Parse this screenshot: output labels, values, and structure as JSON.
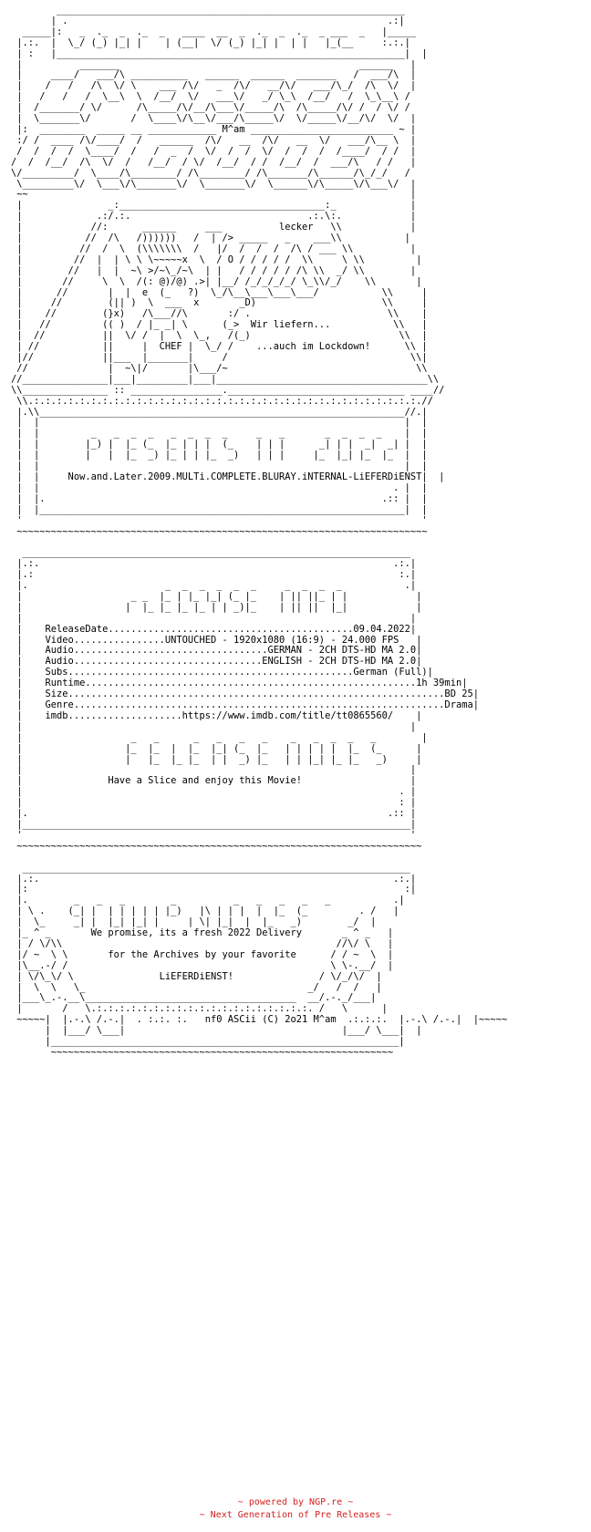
{
  "nfo": {
    "lines": [
      "        _____________________________________________________________",
      "       | .                                                        .:|",
      "  _____|:   _  ._  _  ._  _   ____  __  _  ._  _  ._  _ ___  _   |_____",
      " |.:.  |  \\_/ (_) |_| |    | (__|  \\/ (_) |_| |  | |   |_(__     :.:.|",
      " | :   |_____________________________________________________________|  |",
      " |          _______                                          ______   |",
      " |     ____/   ___/\\ __________   ______  ______  _______   /  ___/\\  |",
      " |    /   /   /\\  \\/ \\    ___ /\\/   _  /\\/   __/\\/   ___/\\_/  /\\  \\/  |",
      " |   /   /   /  \\__\\  \\  /__/  \\/   ___\\/   _/ \\_\\  /__/   /  \\_\\__\\ /",
      " |  /_______/ \\/      /\\_____/\\/__/\\___\\/_____/\\  /\\_____/\\/ /  / \\/ /",
      " |  \\_______\\/       /  \\____\\/\\__\\/___/\\_____\\/  \\/_____\\/__/\\/  \\/  |",
      " |:  ________  _____ __ ____________ M^am _________________________ ~ |",
      " :/ /  ____ /\\/____/  /   ______  /\\/   __  /\\/   __  \\/   ___/\\__ \\  |",
      " /  /  /  /  \\____/  /   /  _  /  \\/  /  /  \\/  /  /  /  /____/  / /  |",
      "/  /  /__/  /\\  \\/  /   /__/  / \\/  /__/  / /  /__/  /  ___/\\   / /   |",
      "\\/_________/  \\____/\\________/ /\\________/ /\\_______/\\______/\\_/_/   /",
      " \\_________\\/  \\___\\/\\_______\\/  \\_______\\/  \\______\\/\\_____\\/\\___\\/  |",
      " ~~                                                                   |",
      " |               _:____________________________________:_             |",
      " |             .:/.:.                               .:.\\:.            |",
      " |            //:      ______     ___          lecker   \\\\            |",
      " |           //  /\\   /))))))   /  | /> _____   _    ___\\\\           |",
      " |          //  /  \\  (\\\\\\\\\\\\\\  /   |/  /  /  /  /\\ / ___ \\\\          |",
      " |         //  |  | \\ \\ \\~~~~~x  \\  / O / / / / /  \\\\     \\ \\\\         |",
      " |        //   |  |  ~\\ >/~\\_/~\\  | |   / / / / / /\\ \\\\  _/ \\\\        |",
      " |       //     \\  \\  /(: @)/@) .>| |__/ /_/_/_/_/ \\_\\\\/_/    \\\\       |",
      " |      //       |  |  e  (_   ?)  \\_/\\__\\___\\___\\___/           \\\\     |",
      " |     //        (|| )  \\  ___  x       _D)                      \\\\     |",
      " |    //        (}x)   /\\___//\\       :/ .                        \\\\    |",
      " |   //         (( )  / |_ _| \\      (_>  Wir liefern...           \\\\   |",
      " |  //          ||  \\/ /  |  \\  \\_,   /(_)                          \\\\  |",
      " | //           ||     |  CHEF |  \\_/ /    ...auch im Lockdown!      \\\\ |",
      " |//            ||___  |_______|     /                                \\\\|",
      " //              |  ~\\|/       |\\___/~                                 \\\\",
      "//_______________|___|_________|___|_____________________________________\\\\",
      "\\\\_______________ :: ________________._______________________________ ____//",
      " \\\\.:.:.:.:.:.:.:.:.:.:.:.:.:.:.:.:.:.:.:.:.:.:.:.:.:.:.:.:.:.:.:.:.:.:.//",
      " |.\\\\________________________________________________________________//.|",
      " |  |                                                                |  |",
      " |  |         _   _  _  _   _  _  _  _     _   _       _  _  _  _    |  |",
      " |  |        |_) |  |_ (_  |_ | | |  (_    | | |      _| | |  _|  _| |  |",
      " |  |        |   |  |_  _) |_ | | |_  _)   | | |     |_  |_| |_  |_  |  |",
      " |  |                                                                |  |",
      " |  |     Now.and.Later.2009.MULTi.COMPLETE.BLURAY.iNTERNAL-LiEFERDiENST|  |",
      " |  |                                                              . |  |",
      " |  |.                                                           .:: |  |",
      " |  |________________________________________________________________|  |",
      " '                                                                      '",
      " ~~~~~~~~~~~~~~~~~~~~~~~~~~~~~~~~~~~~~~~~~~~~~~~~~~~~~~~~~~~~~~~~~~~~~~~~",
      "",
      "  ____________________________________________________________________",
      " |.:.                                                              .:.|",
      " |.:                                                                :.|",
      " |.                        _  _  _  _  _  _     _  _  _  _           .|",
      " |                   _ _  |_ | |_ |_| (_ |_    | || ||_ | |            |",
      " |                  |  |_ |_ |_ |_ | | _)|_    | || ||  |_|            |",
      " |                                                                    |",
      " |    ReleaseDate...........................................09.04.2022|",
      " |    Video................UNTOUCHED - 1920x1080 (16:9) - 24.000 FPS   |",
      " |    Audio..................................GERMAN - 2CH DTS-HD MA 2.0|",
      " |    Audio.................................ENGLISH - 2CH DTS-HD MA 2.0|",
      " |    Subs..................................................German (Full)|",
      " |    Runtime..........................................................1h 39min|",
      " |    Size..................................................................BD 25|",
      " |    Genre.................................................................Drama|",
      " |    imdb....................https://www.imdb.com/title/tt0865560/    |",
      " |                                                                    |",
      " |                   _   _      _   _   _   _    _   _  _  _   _        |",
      " |                  |_  |_  |  |_  |_| (_  |_   | | | | |  |_  (_      |",
      " |                  |   |_  |_ |_  | |  _) |_   | | |_| |_ |_   _)     |",
      " |                                                                    |",
      " |               Have a Slice and enjoy this Movie!                   |",
      " |                                                                  . |",
      " |                                                                  : |",
      " |.                                                               .:: |",
      " |____________________________________________________________________|",
      " '                                                                    '",
      " ~~~~~~~~~~~~~~~~~~~~~~~~~~~~~~~~~~~~~~~~~~~~~~~~~~~~~~~~~~~~~~~~~~~~~~~",
      "",
      "  ____________________________________________________________________",
      " |.:.                                                              .:.|",
      " |:                                                                  :|",
      " |.        _   _   _        _          _   _   _   _   _           .|",
      " | \\ .    (_| |  | | | | | |_)   |\\ | | |  |  |_  (_         . /   |",
      " |  \\_     _| |  |_| |_| |     | \\| |_|  |  |_   _)        _/  |",
      " |_ ^ _       We promise, its a fresh 2022 Delivery       _ ^ _   |",
      " | / \\/\\\\                                                //\\/ \\   |",
      " |/ ~  \\ \\       for the Archives by your favorite      / / ~  \\  |",
      " |\\__.-/ /                                              \\ \\-.__/  |",
      " | \\/\\_\\/ \\               LiEFERDiENST!               / \\/_/\\/  |",
      " |  \\  \\   \\_                                       _/   /  /   |",
      " |___\\_.-.__\\_____________________________________  __/.-._/___|",
      " |       /   \\.:.:.:.:.:.:.:.:.:.:.:.:.:.:.:.:.:.:.:. /   \\      |",
      " ~~~~~|  |.-.\\ /.-.|  . :.:. :.   nf0 ASCii (C) 2o21 M^am  .:.:.:.  |.-.\\ /.-.|  |~~~~~",
      "      |  |___/ \\___|                                      |___/ \\___|  |",
      "      |_____________________________________________________________|",
      "       ~~~~~~~~~~~~~~~~~~~~~~~~~~~~~~~~~~~~~~~~~~~~~~~~~~~~~~~~~~~~"
    ]
  },
  "footer": {
    "line1": "~ powered by NGP.re ~",
    "line2": "~ Next Generation of Pre Releases ~"
  }
}
